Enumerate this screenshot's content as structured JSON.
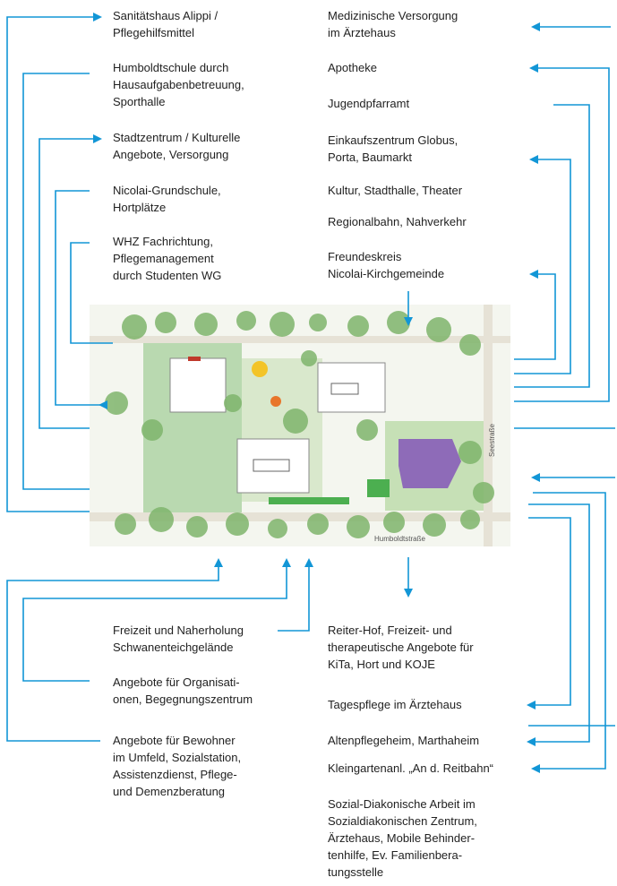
{
  "left_labels": [
    {
      "id": "sanitaetshaus",
      "text": "Sanitätshaus Alippi /\nPflegehilfsmittel"
    },
    {
      "id": "humboldtschule",
      "text": "Humboldtschule durch\nHausaufgabenbetreuung,\nSporthalle"
    },
    {
      "id": "stadtzentrum",
      "text": "Stadtzentrum / Kulturelle\nAngebote, Versorgung"
    },
    {
      "id": "nicolai-grundschule",
      "text": "Nicolai-Grundschule,\nHortplätze"
    },
    {
      "id": "whz",
      "text": "WHZ Fachrichtung,\nPflegemanagement\ndurch Studenten WG"
    }
  ],
  "right_labels": [
    {
      "id": "medizinische-versorgung",
      "text": "Medizinische Versorgung\nim Ärztehaus"
    },
    {
      "id": "apotheke",
      "text": "Apotheke"
    },
    {
      "id": "jugendpfarramt",
      "text": "Jugendpfarramt"
    },
    {
      "id": "einkaufszentrum",
      "text": "Einkaufszentrum Globus,\nPorta, Baumarkt"
    },
    {
      "id": "kultur",
      "text": "Kultur, Stadthalle, Theater"
    },
    {
      "id": "regionalbahn",
      "text": "Regionalbahn, Nahverkehr"
    },
    {
      "id": "freundeskreis",
      "text": "Freundeskreis\nNicolai-Kirchgemeinde"
    }
  ],
  "bottom_left_labels": [
    {
      "id": "freizeit",
      "text": "Freizeit und Naherholung\nSchwanenteichgelände"
    },
    {
      "id": "angebote-organisationen",
      "text": "Angebote für Organisati-\nonen, Begegnungszentrum"
    },
    {
      "id": "angebote-bewohner",
      "text": "Angebote für Bewohner\nim Umfeld, Sozialstation,\nAssistenzdienst, Pflege-\nund Demenzberatung"
    }
  ],
  "bottom_right_labels": [
    {
      "id": "reiterhof",
      "text": "Reiter-Hof, Freizeit- und\ntherapeutische Angebote für\nKiTa, Hort und KOJE"
    },
    {
      "id": "tagespflege",
      "text": "Tagespflege im Ärztehaus"
    },
    {
      "id": "altenpflegeheim",
      "text": "Altenpflegeheim, Marthaheim"
    },
    {
      "id": "kleingarten",
      "text": "Kleingartenanl. „An d. Reitbahn“"
    },
    {
      "id": "sozial-diakonisch",
      "text": "Sozial-Diakonische Arbeit im\nSozialdiakonischen Zentrum,\nÄrztehaus, Mobile Behinder-\ntenhilfe, Ev. Familienbera-\ntungsstelle"
    }
  ],
  "map": {
    "street_east": "Seestraße",
    "street_south": "Humboldtstraße"
  },
  "colors": {
    "connector": "#1296d6",
    "lawn": "#b9d9b0",
    "tree": "#7fb56c",
    "building": "#ffffff",
    "purple_roof": "#8e6bb8"
  }
}
